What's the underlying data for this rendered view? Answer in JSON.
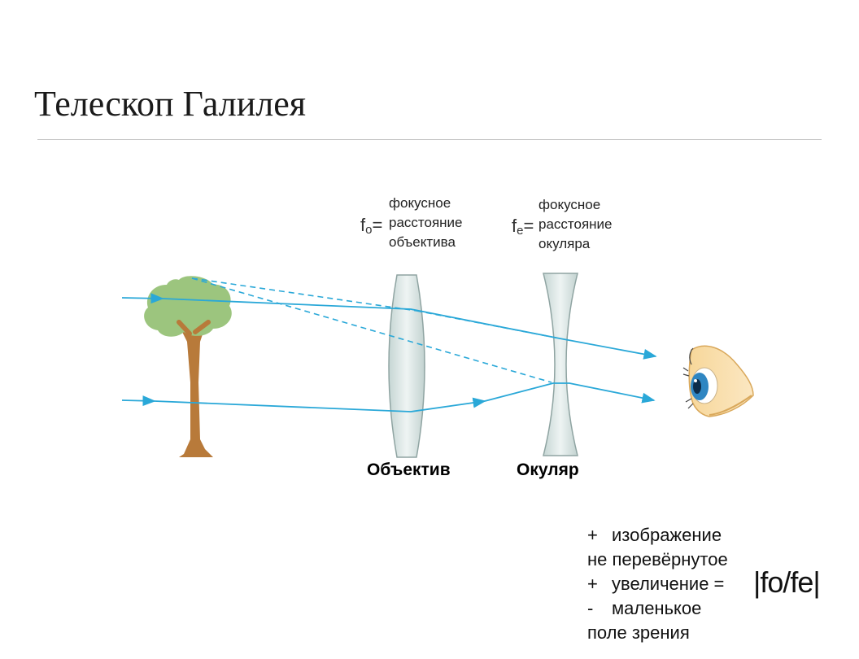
{
  "title": "Телескоп Галилея",
  "objective": {
    "symbol": "f",
    "subscript": "o",
    "equals": "=",
    "description": [
      "фокусное",
      "расстояние",
      "объектива"
    ],
    "label": "Объектив"
  },
  "eyepiece": {
    "symbol": "f",
    "subscript": "e",
    "equals": "=",
    "description": [
      "фокусное",
      "расстояние",
      "окуляра"
    ],
    "label": "Окуляр"
  },
  "notes": [
    {
      "mark": "+",
      "text": "изображение"
    },
    {
      "mark": "",
      "text": "не перевёрнутое"
    },
    {
      "mark": "+",
      "text": "увеличение ="
    },
    {
      "mark": "-",
      "text": "маленькое"
    },
    {
      "mark": "",
      "text": "поле зрения"
    }
  ],
  "formula": "|fo/fe|",
  "colors": {
    "ray": "#2aa8d8",
    "lens_fill": "#d4e0df",
    "lens_stroke": "#8fa4a2",
    "tree_crown": "#9cc57e",
    "tree_trunk": "#b87a3a",
    "eye_lid": "#f2c982",
    "iris": "#2f86c2"
  }
}
